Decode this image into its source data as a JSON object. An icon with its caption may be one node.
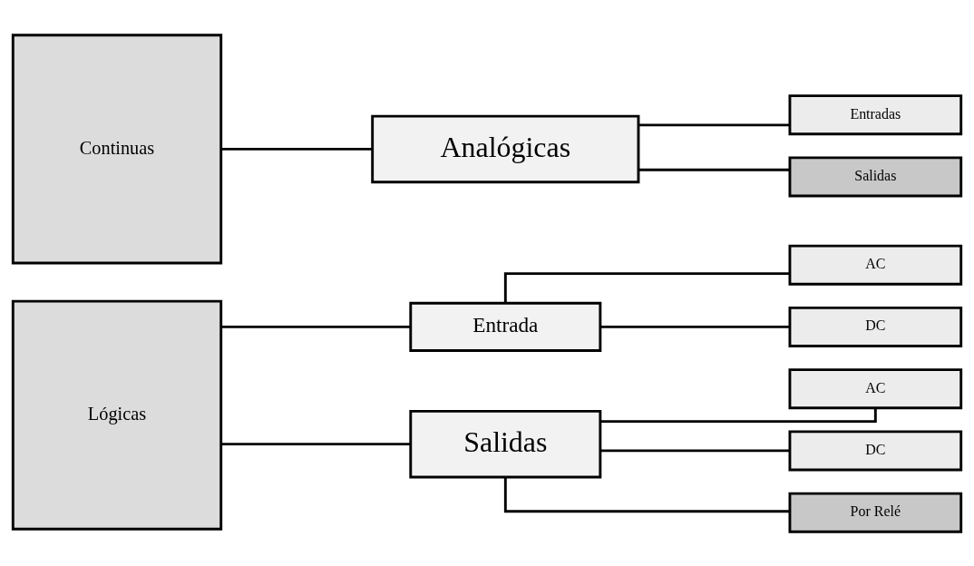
{
  "diagram": {
    "nodes": [
      {
        "text": [
          "Lógicas"
        ]
      },
      {
        "text": [
          "Entrada"
        ]
      },
      {
        "text": [
          "Salidas"
        ]
      },
      {
        "text": [
          "AC"
        ]
      },
      {
        "text": [
          "DC"
        ]
      },
      {
        "text": [
          "AC"
        ]
      },
      {
        "text": [
          "DC"
        ]
      },
      {
        "text": [
          "Por Relé"
        ]
      },
      {
        "text": [
          "Continuas"
        ]
      },
      {
        "text": [
          "Analógicas"
        ]
      },
      {
        "text": [
          "Entradas"
        ]
      },
      {
        "text": [
          "Salidas"
        ]
      }
    ],
    "edges": [
      {
        "from": 0,
        "to": 1,
        "arrow": "none"
      },
      {
        "from": 0,
        "to": 2,
        "arrow": "none"
      },
      {
        "from": 1,
        "to": 3,
        "arrow": "none"
      },
      {
        "from": 1,
        "to": 4,
        "arrow": "none"
      },
      {
        "from": 2,
        "to": 5,
        "arrow": "none"
      },
      {
        "from": 2,
        "to": 6,
        "arrow": "none"
      },
      {
        "from": 2,
        "to": 7,
        "arrow": "none"
      },
      {
        "from": 8,
        "to": 9,
        "arrow": "none"
      },
      {
        "from": 9,
        "to": 10,
        "arrow": "none"
      },
      {
        "from": 9,
        "to": 11,
        "arrow": "none"
      }
    ]
  }
}
